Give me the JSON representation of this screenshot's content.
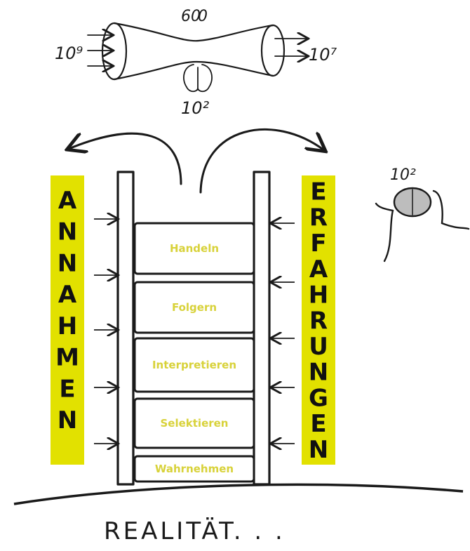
{
  "colors": {
    "highlight": "#e2e100",
    "ink": "#1a1a1a",
    "rung_text": "#d8d23a"
  },
  "funnel": {
    "top_label": "60",
    "top_label_sub": "0",
    "left_exponent_label": "10⁹",
    "right_exponent_label": "10⁷",
    "bottom_exponent_label": "10²"
  },
  "figure": {
    "exponent_label": "10²"
  },
  "left_column": {
    "letters": [
      "A",
      "N",
      "N",
      "A",
      "H",
      "M",
      "E",
      "N"
    ]
  },
  "right_column": {
    "letters": [
      "E",
      "R",
      "F",
      "A",
      "H",
      "R",
      "U",
      "N",
      "G",
      "E",
      "N"
    ]
  },
  "ladder": {
    "rungs": [
      "Handeln",
      "Folgern",
      "Interpretieren",
      "Selektieren",
      "Wahrnehmen"
    ]
  },
  "ground_label": "REALITÄT. . ."
}
